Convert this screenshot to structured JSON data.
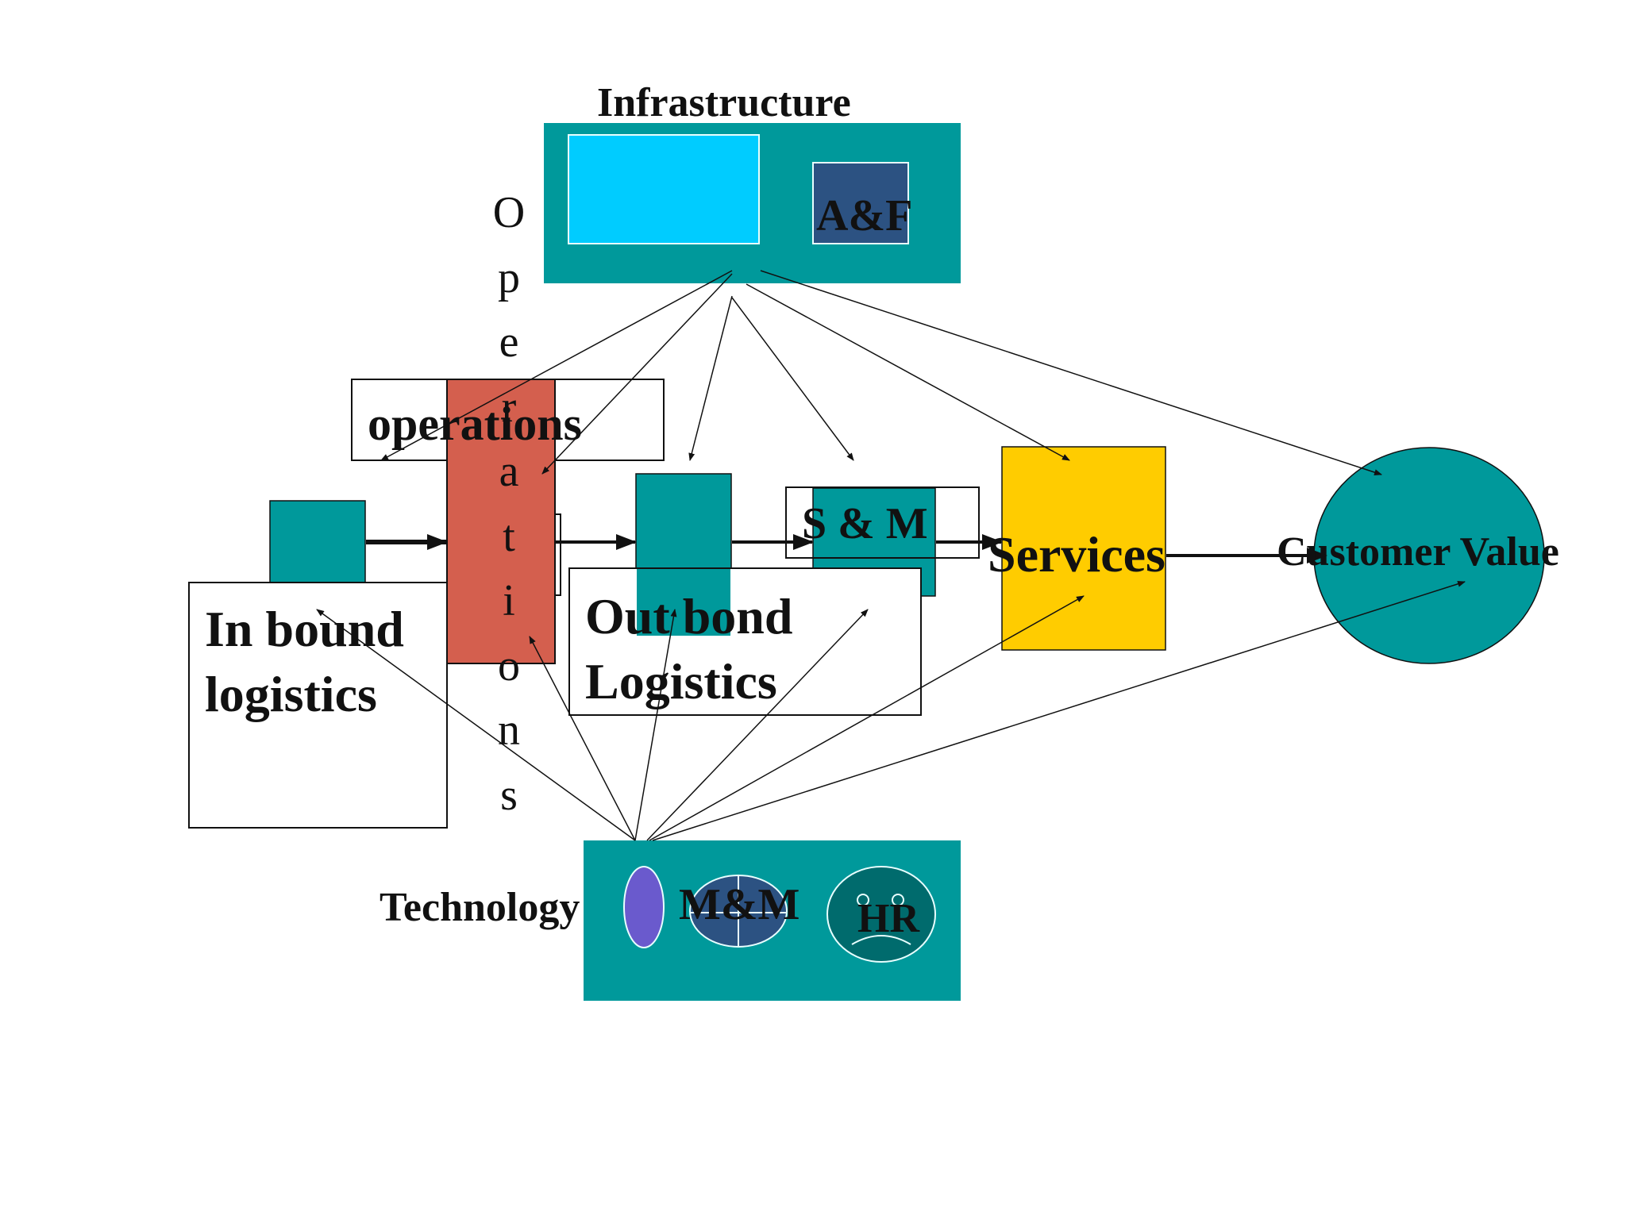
{
  "colors": {
    "teal": "#00999b",
    "cyan": "#00ccff",
    "navy": "#2c5282",
    "red": "#d45f4e",
    "yellow": "#ffcc00",
    "purple": "#6a5acd",
    "outline": "#111111"
  },
  "labels": {
    "infrastructure": "Infrastructure",
    "af": "A&F",
    "operations_box": "operations",
    "operations_vertical": [
      "O",
      "p",
      "e",
      "r",
      "a",
      "t",
      "i",
      "o",
      "n",
      "s"
    ],
    "inbound_line1": "In bound",
    "inbound_line2": "logistics",
    "outbound_line1": "Out bond",
    "outbound_line2": "Logistics",
    "sm": "S & M",
    "services": "Services",
    "customer_value": "Customer Value",
    "technology": "Technology",
    "mm": "M&M",
    "hr": "HR"
  },
  "icons": [
    "frown-face-icon"
  ]
}
